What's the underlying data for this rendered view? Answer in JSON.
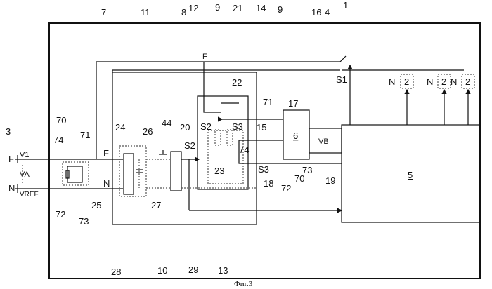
{
  "figure": {
    "caption": "Фиг.3",
    "refs": {
      "r1": "1",
      "r3": "3",
      "r4": "4",
      "r5": "5",
      "r6": "6",
      "r7": "7",
      "r8": "8",
      "r9a": "9",
      "r9b": "9",
      "r10": "10",
      "r11": "11",
      "r12": "12",
      "r13": "13",
      "r14": "14",
      "r15": "15",
      "r16": "16",
      "r17": "17",
      "r18": "18",
      "r19": "19",
      "r20": "20",
      "r21": "21",
      "r22": "22",
      "r23": "23",
      "r24": "24",
      "r25": "25",
      "r26": "26",
      "r27": "27",
      "r28": "28",
      "r29": "29",
      "r44": "44",
      "r70a": "70",
      "r71a": "71",
      "r72a": "72",
      "r73a": "73",
      "r74a": "74",
      "r70b": "70",
      "r71b": "71",
      "r72b": "72",
      "r73b": "73",
      "r74b": "74"
    },
    "signals": {
      "f_left": "F",
      "n_left": "N",
      "f_inner": "F",
      "n_inner": "N",
      "f_top": "F",
      "v1": "V1",
      "va": "VA",
      "vref": "VREF",
      "vb": "VB",
      "s1": "S1",
      "s2a": "S2",
      "s2b": "S2",
      "s3a": "S3",
      "s3b": "S3",
      "n1": "N",
      "n2": "N",
      "n3": "N",
      "b1": "2",
      "b2": "2",
      "b3": "2"
    }
  }
}
